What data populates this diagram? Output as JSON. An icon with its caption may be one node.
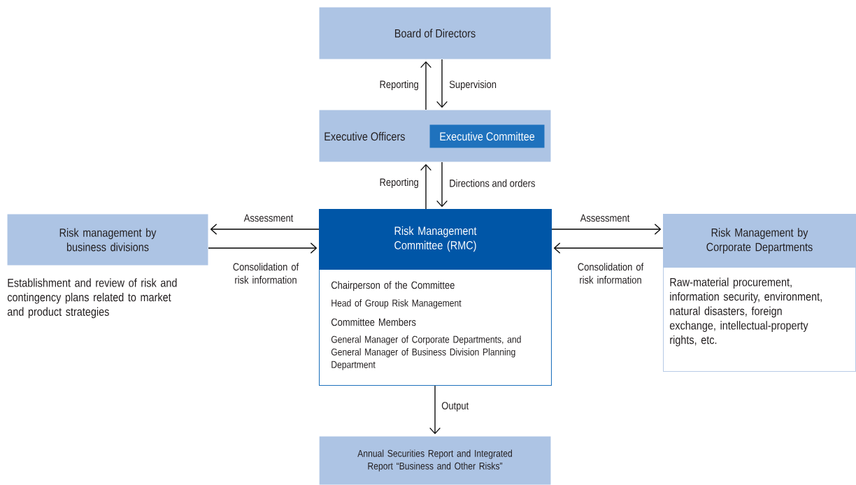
{
  "diagram": {
    "nodes": [
      {
        "text": [
          "Board of Directors"
        ]
      },
      {
        "text": [
          "Executive Officers"
        ]
      },
      {
        "text": [
          "Executive Committee"
        ],
        "in": 1
      },
      {
        "text": [
          "Risk Management Committee (RMC)",
          "Chairperson of the Committee",
          "Head of Group Risk Management",
          "Committee Members",
          "General Manager of Corporate Departments, and General Manager of Business Division Planning Department"
        ]
      },
      {
        "text": [
          "Risk management by business divisions"
        ],
        "beside": [
          "Establishment and review of risk and contingency plans related to market and product strategies"
        ]
      },
      {
        "text": [
          "Risk Management by Corporate Departments",
          "Raw-material procurement, information security, environment, natural disasters, foreign exchange, intellectual-property rights, etc."
        ]
      },
      {
        "text": [
          "Annual Securities Report and Integrated Report “Business and Other Risks”"
        ]
      }
    ],
    "edges": [
      {
        "from": 1,
        "to": 0,
        "arrow": "to",
        "label": "Reporting"
      },
      {
        "from": 0,
        "to": 1,
        "arrow": "to",
        "label": "Supervision"
      },
      {
        "from": 3,
        "to": 1,
        "arrow": "to",
        "label": "Reporting"
      },
      {
        "from": 1,
        "to": 3,
        "arrow": "to",
        "label": "Directions and orders"
      },
      {
        "from": 3,
        "to": 4,
        "arrow": "to",
        "label": "Assessment"
      },
      {
        "from": 4,
        "to": 3,
        "arrow": "to",
        "label": "Consolidation of risk information"
      },
      {
        "from": 3,
        "to": 5,
        "arrow": "to",
        "label": "Assessment"
      },
      {
        "from": 5,
        "to": 3,
        "arrow": "to",
        "label": "Consolidation of risk information"
      },
      {
        "from": 3,
        "to": 6,
        "arrow": "to",
        "label": "Output"
      }
    ]
  }
}
